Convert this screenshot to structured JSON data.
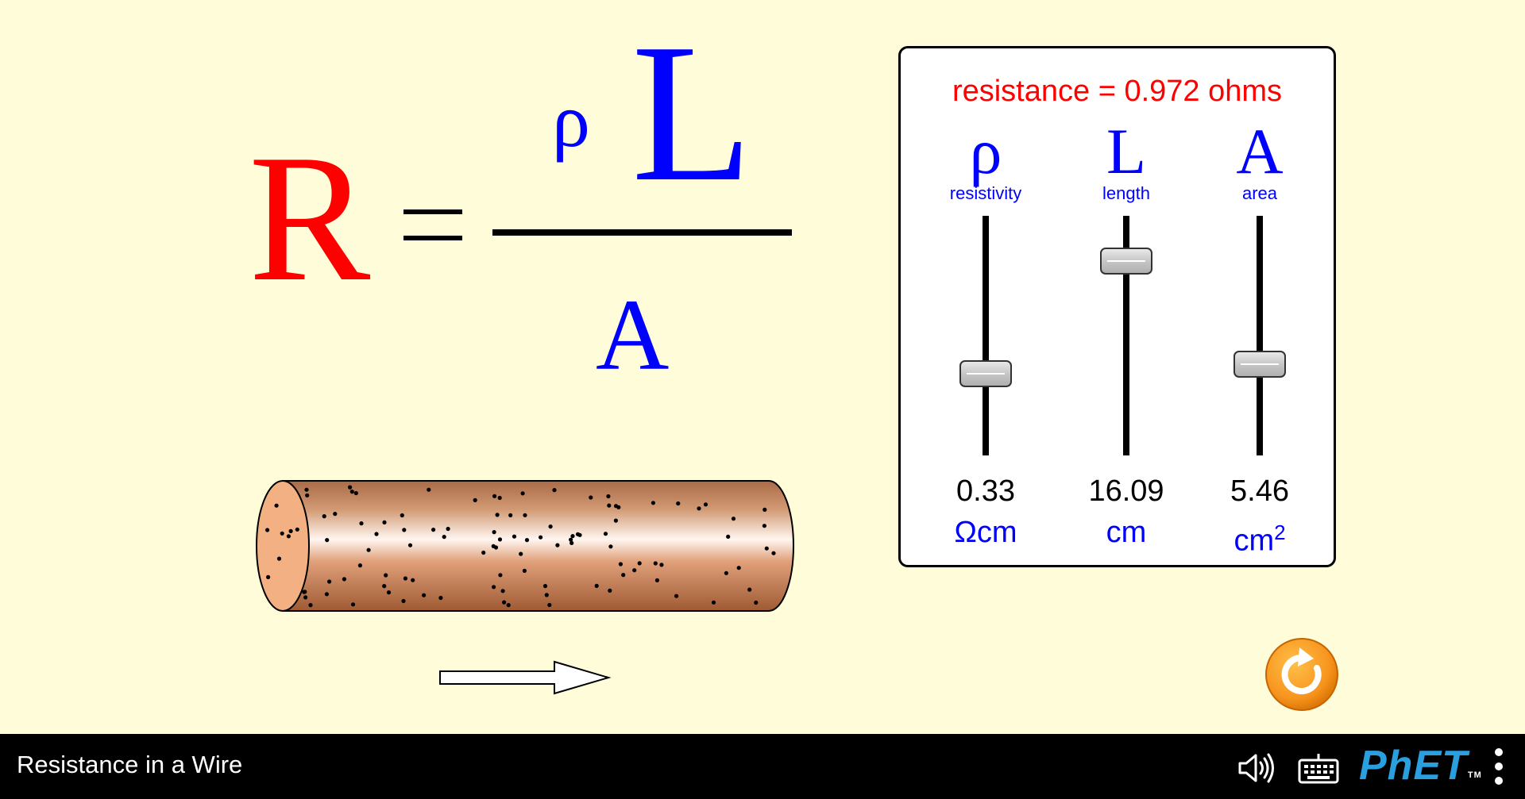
{
  "equation": {
    "lhs": "R",
    "equals": "=",
    "numerator_rho": "ρ",
    "numerator_L": "L",
    "denominator": "A"
  },
  "panel": {
    "resistance_text": "resistance = 0.972 ohms",
    "sliders": [
      {
        "symbol": "ρ",
        "name": "resistivity",
        "value": "0.33",
        "unit": "Ωcm",
        "level": 0.34
      },
      {
        "symbol": "L",
        "name": "length",
        "value": "16.09",
        "unit": "cm",
        "level": 0.81
      },
      {
        "symbol": "A",
        "name": "area",
        "value": "5.46",
        "unit_base": "cm",
        "unit_exp": "2",
        "level": 0.38
      }
    ]
  },
  "navbar": {
    "title": "Resistance in a Wire",
    "logo": "PhET",
    "logo_tm": "TM"
  },
  "colors": {
    "background": "#FFFDD9",
    "resistance": "#FF0000",
    "variables": "#0000FF",
    "reset_orange": "#F7941D",
    "logo_blue": "#2A9FE0"
  },
  "icons": [
    "reset-icon",
    "audio-icon",
    "keyboard-icon",
    "menu-icon"
  ]
}
